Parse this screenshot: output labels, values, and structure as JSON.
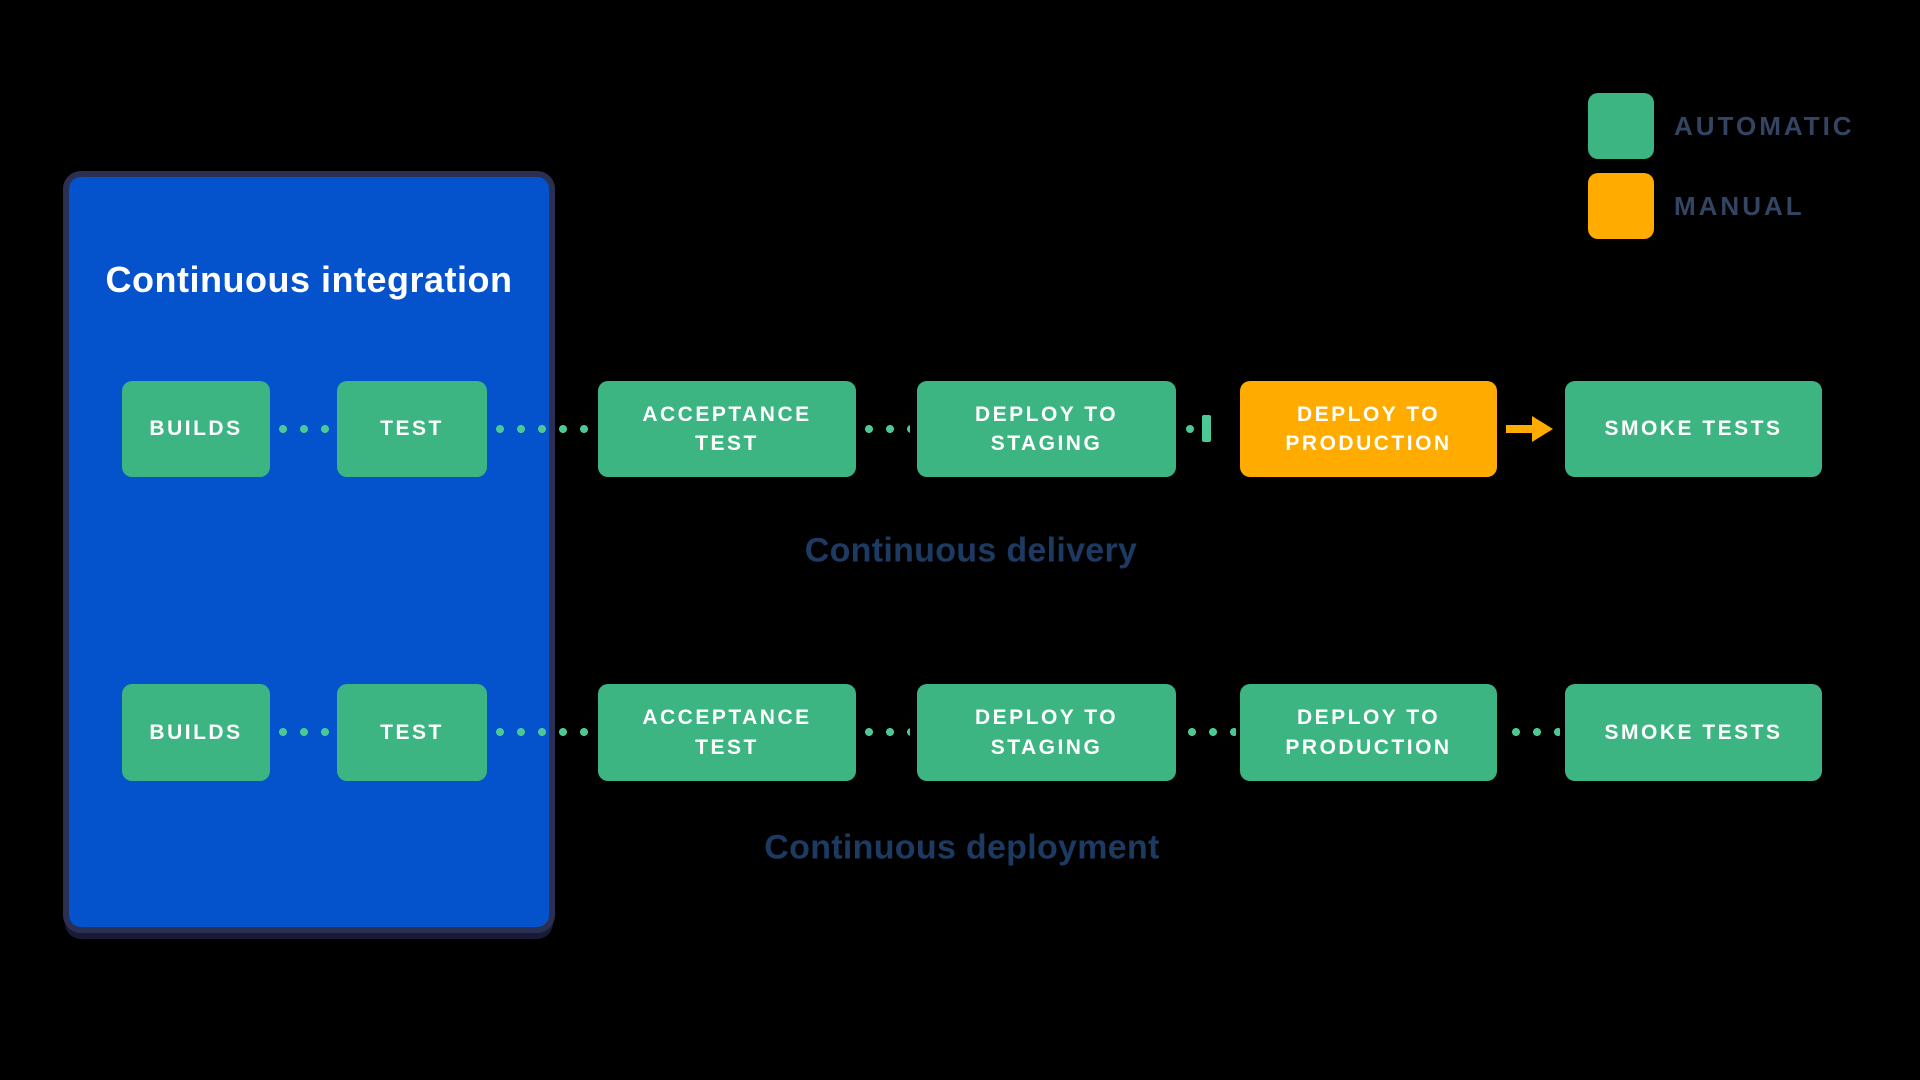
{
  "colors": {
    "automatic_green": "#3CB583",
    "manual_orange": "#FFAB00",
    "connector_green": "#4CC796",
    "container_blue": "#0452CC",
    "container_border": "#2B3052",
    "legend_text_navy": "#344563",
    "row_label_navy": "#1D3A63",
    "box_text": "#FFFFFF",
    "background": "#000000"
  },
  "legend": {
    "items": [
      {
        "label": "AUTOMATIC",
        "color": "#3CB583"
      },
      {
        "label": "MANUAL",
        "color": "#FFAB00"
      }
    ]
  },
  "ci_container": {
    "title": "Continuous integration"
  },
  "pipelines": [
    {
      "label": "Continuous delivery",
      "boxes": [
        {
          "label": "BUILDS",
          "type": "automatic"
        },
        {
          "label": "TEST",
          "type": "automatic"
        },
        {
          "label": "ACCEPTANCE\nTEST",
          "type": "automatic"
        },
        {
          "label": "DEPLOY TO\nSTAGING",
          "type": "automatic"
        },
        {
          "label": "DEPLOY TO\nPRODUCTION",
          "type": "manual"
        },
        {
          "label": "SMOKE TESTS",
          "type": "automatic"
        }
      ]
    },
    {
      "label": "Continuous deployment",
      "boxes": [
        {
          "label": "BUILDS",
          "type": "automatic"
        },
        {
          "label": "TEST",
          "type": "automatic"
        },
        {
          "label": "ACCEPTANCE\nTEST",
          "type": "automatic"
        },
        {
          "label": "DEPLOY TO\nSTAGING",
          "type": "automatic"
        },
        {
          "label": "DEPLOY TO\nPRODUCTION",
          "type": "automatic"
        },
        {
          "label": "SMOKE TESTS",
          "type": "automatic"
        }
      ]
    }
  ]
}
